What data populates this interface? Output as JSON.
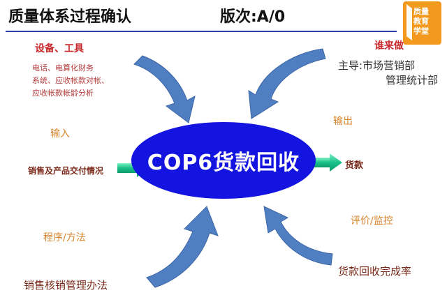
{
  "header": {
    "title": "质量体系过程确认",
    "version": "版次:A/0"
  },
  "logo": {
    "lines": [
      "质量",
      "教育",
      "学堂"
    ]
  },
  "center": {
    "label": "COP6货款回收"
  },
  "tools": {
    "title": "设备、工具",
    "line1": "电话、电算化财务",
    "line2": "系统、应收帐款对帐、",
    "line3": "应收帐款帐龄分析"
  },
  "who": {
    "title": "谁来做",
    "line1": "主导:市场营销部",
    "line2": "管理统计部"
  },
  "input": {
    "label": "输入",
    "source": "销售及产品交付情况"
  },
  "output": {
    "label": "输出",
    "target": "货款"
  },
  "method": {
    "label": "程序/方法",
    "doc": "销售核销管理办法"
  },
  "evaluation": {
    "label": "评价/监控",
    "metric": "货款回收完成率"
  },
  "colors": {
    "ellipse": "#1414e0",
    "arrow": "#4f7fc0",
    "flow_arrow": "#18c08a",
    "accent": "#c8282c",
    "logo": "#f39a1e"
  }
}
